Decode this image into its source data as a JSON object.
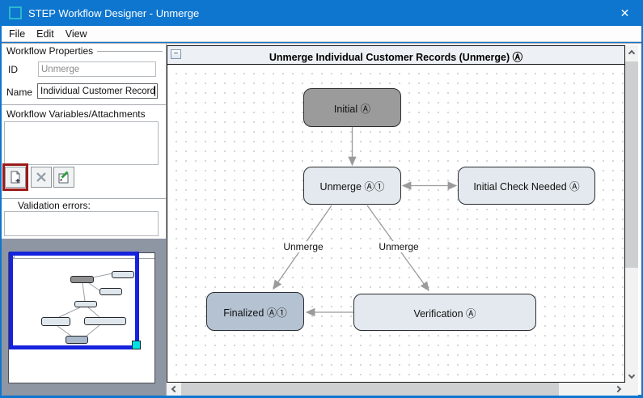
{
  "window": {
    "title": "STEP Workflow Designer - Unmerge",
    "close_glyph": "✕"
  },
  "menu": {
    "items": [
      {
        "label": "File"
      },
      {
        "label": "Edit"
      },
      {
        "label": "View"
      }
    ]
  },
  "sidebar": {
    "properties_header": "Workflow Properties",
    "id_label": "ID",
    "id_value": "Unmerge",
    "name_label": "Name",
    "name_value": "Individual Customer Records",
    "variables_header": "Workflow Variables/Attachments",
    "variables_list": [],
    "toolbar": {
      "add_icon": "new-document-plus-icon",
      "delete_icon": "delete-x-icon",
      "edit_icon": "green-pencil-icon"
    },
    "validation_label": "Validation errors:",
    "validation_errors": []
  },
  "canvas": {
    "collapse_glyph": "−",
    "title": "Unmerge Individual Customer Records (Unmerge) Ⓐ",
    "nodes": [
      {
        "label": "Initial Ⓐ",
        "type": "initial"
      },
      {
        "label": "Unmerge Ⓐ①",
        "type": "state"
      },
      {
        "label": "Initial Check Needed Ⓐ",
        "type": "state"
      },
      {
        "label": "Finalized Ⓐ①",
        "type": "final"
      },
      {
        "label": "Verification Ⓐ",
        "type": "state"
      }
    ],
    "edge_labels": [
      {
        "label": "Unmerge"
      },
      {
        "label": "Unmerge"
      }
    ]
  },
  "colors": {
    "titlebar_blue": "#0e76cf",
    "node_gray": "#9b9b9b",
    "node_light": "#e3e9ee",
    "node_final": "#b4c2d2",
    "edge_gray": "#9b9b9b",
    "viewport_blue": "#1623dc",
    "handle_cyan": "#00dfe4",
    "highlight_red": "#9a1b1b"
  }
}
